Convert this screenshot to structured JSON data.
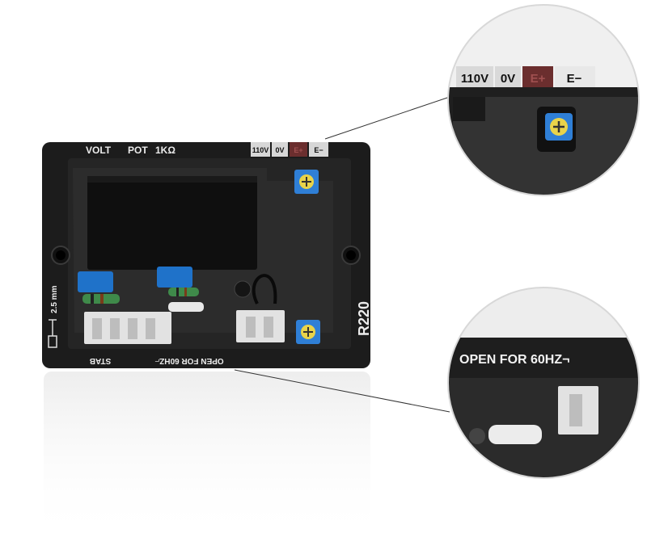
{
  "board": {
    "top_labels": {
      "volt": "VOLT",
      "pot": "POT",
      "resistance": "1KΩ"
    },
    "terminals": [
      "110V",
      "0V",
      "E+",
      "E−"
    ],
    "model": "R220",
    "mm_label": "2.5 mm",
    "stab_label": "STAB",
    "open_label": "OPEN FOR 60HZ⌐"
  },
  "zoom_top": {
    "terminals": [
      "110V",
      "0V",
      "E+",
      "E−"
    ]
  },
  "zoom_bottom": {
    "label": "OPEN FOR 60HZ¬"
  },
  "colors": {
    "board": "#1c1c1c",
    "panel": "#2e2e2e",
    "trimmer": "#2f7fd6",
    "capacitor": "#1f72c9",
    "terminal_eplus": "#6b2e2e",
    "terminal_label_bg": "#d7d7d7"
  }
}
